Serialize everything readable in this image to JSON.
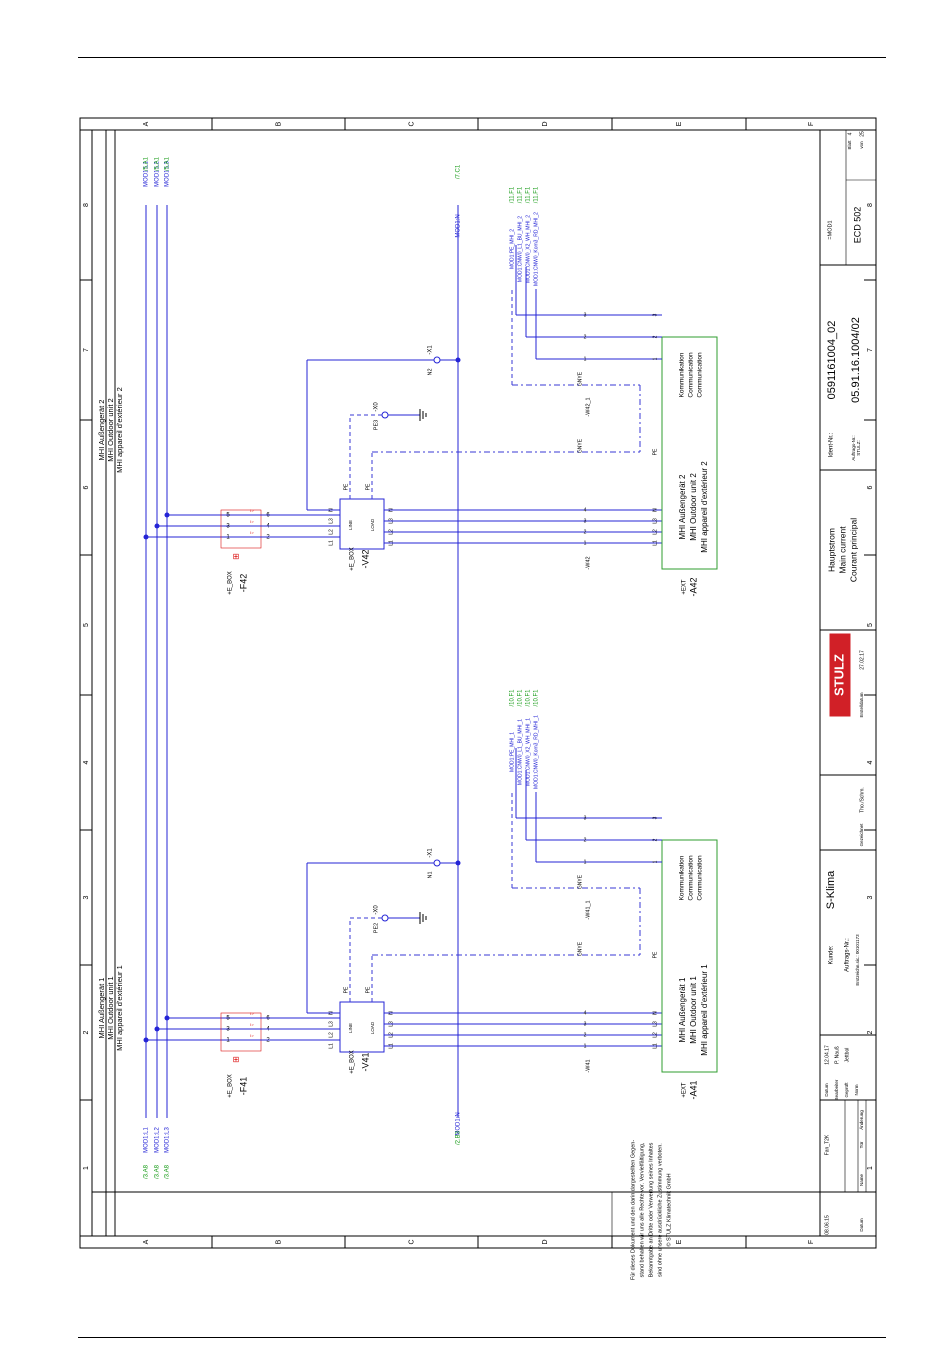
{
  "sheet": {
    "columns": [
      "1",
      "2",
      "3",
      "4",
      "5",
      "6",
      "7",
      "8"
    ],
    "rows": [
      "A",
      "B",
      "C",
      "D",
      "E",
      "F"
    ]
  },
  "diagram": {
    "unit1": {
      "header": [
        "MHI Außengerät 1",
        "MHI Outdoor unit 1",
        "MHI appareil d'extérieur 1"
      ],
      "breaker_loc": "+E_BOX",
      "breaker": "-F41",
      "filter_loc": "+E_BOX",
      "filter": "-V41",
      "terminal_n": "-X1",
      "terminal_n_pin": "N1",
      "terminal_pe": "-X0",
      "terminal_pe_pin": "PE2",
      "cable_power": "-W41",
      "cable_comm": "-W41_1",
      "unit_loc": "+EXT",
      "unit": "-A41",
      "unit_label": [
        "MHI Außengerät 1",
        "MHI Outdoor unit 1",
        "MHI appareil d'extérieur 1"
      ],
      "comm_label": [
        "Kommunikation",
        "Communication",
        "Communication"
      ],
      "phase_in": [
        "MOD1:L1",
        "MOD1:L2",
        "MOD1:L3"
      ],
      "phase_in_ref": [
        "/3.A8",
        "/3.A8",
        "/3.A8"
      ],
      "n_out": "MOD1:N",
      "n_out_ref": "/2.B3",
      "comm_signals": [
        "MOD1:PE_MHI_1",
        "MOD1:CNW0_L1_BU_MHI_1",
        "MOD1:CNW0_X2_WH_MHI_1",
        "MOD1:CNW0_Kom3_RD_MHI_1"
      ],
      "comm_refs": [
        "/10.F1",
        "/10.F1",
        "/10.F1",
        "/10.F1"
      ]
    },
    "unit2": {
      "header": [
        "MHI Außengerät 2",
        "MHI Outdoor unit 2",
        "MHI appareil d'extérieur 2"
      ],
      "breaker_loc": "+E_BOX",
      "breaker": "-F42",
      "filter_loc": "+E_BOX",
      "filter": "-V42",
      "terminal_n": "-X1",
      "terminal_n_pin": "N2",
      "terminal_pe": "-X0",
      "terminal_pe_pin": "PE3",
      "cable_power": "-W42",
      "cable_comm": "-W42_1",
      "unit_loc": "+EXT",
      "unit": "-A42",
      "unit_label": [
        "MHI Außengerät 2",
        "MHI Outdoor unit 2",
        "MHI appareil d'extérieur 2"
      ],
      "comm_label": [
        "Kommunikation",
        "Communication",
        "Communication"
      ],
      "phase_out": [
        "MOD1:L1",
        "MOD1:L2",
        "MOD1:L3"
      ],
      "phase_out_ref": [
        "/5.A1",
        "/5.A1",
        "/5.A1"
      ],
      "n_in": "MOD1:N",
      "n_in_ref": "/7.C1",
      "comm_signals": [
        "MOD1:PE_MHI_2",
        "MOD1:CNW0_L1_BU_MHI_2",
        "MOD1:CNW0_X2_WH_MHI_2",
        "MOD1:CNW0_Kom3_RD_MHI_2"
      ],
      "comm_refs": [
        "/11.F1",
        "/11.F1",
        "/11.F1",
        "/11.F1"
      ]
    },
    "filter_labels": {
      "line": "LINE",
      "load": "LOAD",
      "pe": "PE"
    },
    "cable_cores": [
      "1",
      "2",
      "3",
      "4"
    ],
    "ge_label": "GNYE",
    "wire_labels": [
      "L1",
      "L2",
      "L3",
      "N"
    ],
    "comm_pins": [
      "1",
      "2",
      "3"
    ],
    "breaker_pins_top": [
      "1",
      "3",
      "5"
    ],
    "breaker_pins_bottom": [
      "2",
      "4",
      "6"
    ],
    "breaker_dial": [
      "I>",
      "I>",
      "I>"
    ]
  },
  "title_block": {
    "copyright": [
      "Für dieses Dokument und den darin dargestellten Gegen-",
      "stand behalten wir uns alle Rechte vor. Vervielfältigung,",
      "Bekanntgabe an Dritte oder Verwertung seines Inhaltes",
      "sind ohne unsere ausdrückliche Zustimmung verboten.",
      "© STULZ Klimatechnik GmbH"
    ],
    "rev_headers": [
      "Datum",
      "Name",
      "Tür",
      "Änderung"
    ],
    "rev_date": "08.06.15",
    "rev_name": "Fan_T2K",
    "meta_labels": [
      "Datum",
      "Bearbeiter",
      "Geprüft",
      "Norm"
    ],
    "meta_values": [
      "12.04.17",
      "P. Nauß",
      "Jettbol",
      ""
    ],
    "customer_label": "Kunde:",
    "customer": "S-Klima",
    "order_label": "Auftrags-Nr.:",
    "drawing_no_label": "Erstzeichn.sic.: 00101173",
    "drafter_label": "Gezeichnet",
    "drafter": "Tho./Schm.",
    "logo": "STULZ",
    "created_label": "Erstelldatum",
    "created": "27.02.17",
    "title": [
      "Hauptstrom",
      "Main current",
      "Courant principal"
    ],
    "ident_label": "Ident-Nr.:",
    "ident": "0591161004_02",
    "order_no_label": "Auftrags-Nr.:\nSTULZ:",
    "order_no": "05.91.16.1004/02",
    "module": "=MOD1",
    "product": "ECD 502",
    "sheet_label": "Blatt",
    "sheet_no": "4",
    "sheet_of_label": "von",
    "sheet_total": "25"
  },
  "colors": {
    "wire": "#2424d6",
    "ref": "#139a13",
    "box": "#2f9e2f",
    "dash": "#3a3ad6",
    "line": "#000000"
  }
}
